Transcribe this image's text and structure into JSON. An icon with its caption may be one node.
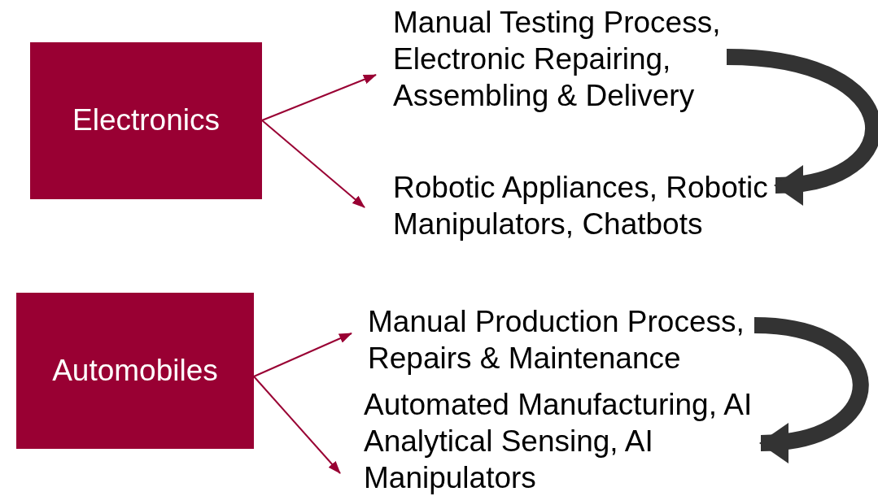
{
  "diagram": {
    "nodes": [
      {
        "text": [
          "Electronics"
        ]
      },
      {
        "text": [
          "Manual Testing Process, Electronic Repairing, Assembling & Delivery"
        ]
      },
      {
        "text": [
          "Robotic Appliances, Robotic Manipulators, Chatbots"
        ]
      },
      {
        "text": [
          "Automobiles"
        ]
      },
      {
        "text": [
          "Manual Production Process, Repairs & Maintenance"
        ]
      },
      {
        "text": [
          "Automated Manufacturing, AI Analytical Sensing, AI Manipulators"
        ]
      }
    ],
    "edges": [
      {
        "from": 0,
        "to": 1,
        "arrow": "to"
      },
      {
        "from": 0,
        "to": 2,
        "arrow": "to"
      },
      {
        "from": 1,
        "to": 2,
        "arrow": "to",
        "style": "thick",
        "color": "#333333"
      },
      {
        "from": 3,
        "to": 4,
        "arrow": "to"
      },
      {
        "from": 3,
        "to": 5,
        "arrow": "to"
      },
      {
        "from": 4,
        "to": 5,
        "arrow": "to",
        "style": "thick",
        "color": "#333333"
      }
    ]
  }
}
